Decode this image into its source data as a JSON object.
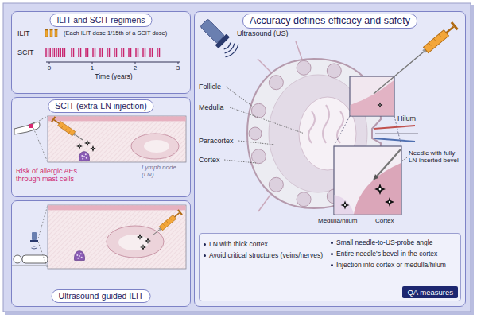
{
  "diagram": {
    "nodes": [
      {
        "text": [
          "ILIT and SCIT regimens"
        ]
      },
      {
        "text": [
          "SCIT (extra-LN injection)"
        ]
      },
      {
        "text": [
          "Ultrasound-guided ILIT"
        ]
      },
      {
        "text": [
          "Accuracy defines efficacy and safety"
        ]
      },
      {
        "text": [
          "QA measures",
          "LN with thick cortex",
          "Avoid critical structures (veins/nerves)",
          "Small needle-to-US-probe angle",
          "Entire needle's bevel in the cortex",
          "Injection into cortex or medulla/hilum"
        ],
        "in": 3
      }
    ],
    "labels": [
      "ILIT",
      "SCIT",
      "(Each ILIT dose 1/15th of a SCIT dose)",
      "0",
      "1",
      "2",
      "3",
      "Time (years)",
      "Risk of allergic AEs through mast cells",
      "Lymph node (LN)",
      "Ultrasound (US)",
      "Follicle",
      "Medulla",
      "Paracortex",
      "Cortex",
      "Hilum",
      "Needle with fully LN-inserted bevel",
      "Medulla/hilum",
      "Cortex"
    ]
  }
}
